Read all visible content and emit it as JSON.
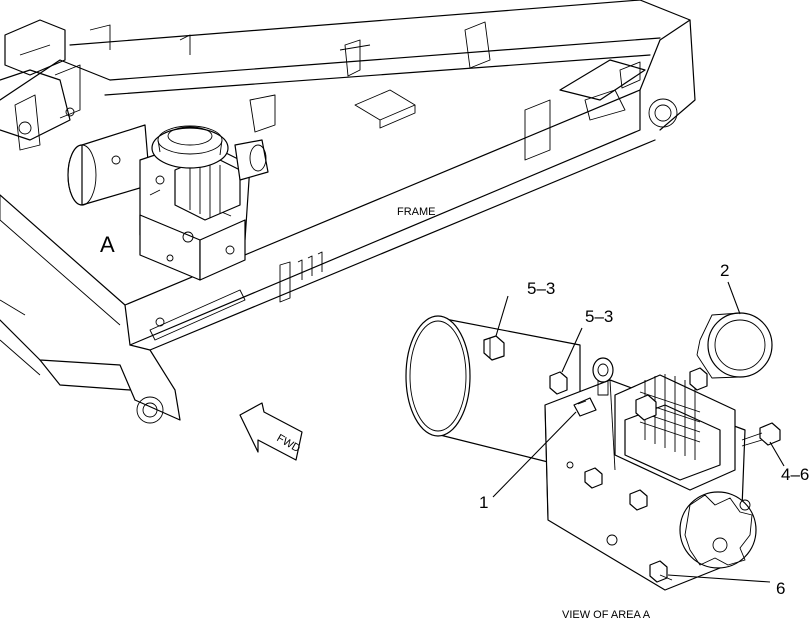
{
  "labels": {
    "frame": "FRAME",
    "area": "A",
    "fwd": "FWD",
    "view": "VIEW OF AREA A"
  },
  "callouts": {
    "c1": "1",
    "c2": "2",
    "c4_6": "4–6",
    "c5_3_left": "5–3",
    "c5_3_right": "5–3",
    "c6": "6"
  }
}
